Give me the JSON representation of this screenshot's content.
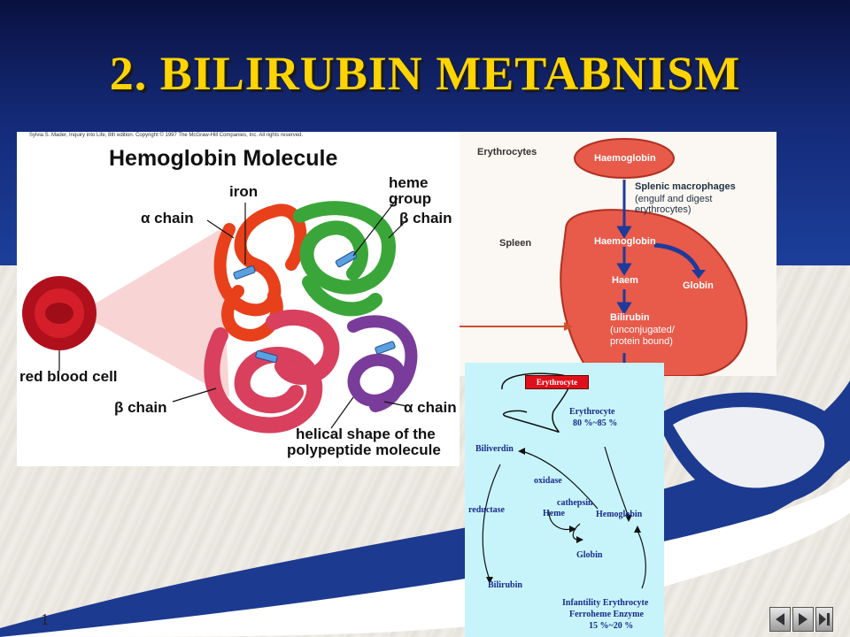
{
  "slide": {
    "title": "2. BILIRUBIN METABNISM",
    "slide_number": "1"
  },
  "hemoglobin_figure": {
    "copyright": "Sylvia S. Mader, Inquiry into Life, 8th edition. Copyright © 1997 The McGraw-Hill Companies, Inc. All rights reserved.",
    "title": "Hemoglobin Molecule",
    "labels": {
      "iron": "iron",
      "heme_group_1": "heme",
      "heme_group_2": "group",
      "alpha_chain_top": "α chain",
      "beta_chain_top": "β chain",
      "red_blood_cell": "red blood cell",
      "beta_chain_bottom": "β chain",
      "alpha_chain_bottom": "α chain",
      "helical_1": "helical shape of the",
      "helical_2": "polypeptide molecule"
    }
  },
  "erythrocyte_figure": {
    "erythrocytes": "Erythrocytes",
    "haemoglobin_top": "Haemoglobin",
    "splenic": "Splenic macrophages",
    "engulf_1": "(engulf and digest",
    "engulf_2": "erythrocytes)",
    "spleen": "Spleen",
    "haemoglobin_mid": "Haemoglobin",
    "haem": "Haem",
    "globin": "Globin",
    "bilirubin": "Bilirubin",
    "unconj_1": "(unconjugated/",
    "unconj_2": "protein bound)"
  },
  "cycle_figure": {
    "erythrocyte_box": "Erythrocyte",
    "erythrocyte": "Erythrocyte",
    "erythrocyte_pct": "80 %~85 %",
    "biliverdin": "Biliverdin",
    "oxidase": "oxidase",
    "cathepsin": "cathepsin",
    "reductase": "reductase",
    "heme": "Heme",
    "hemoglobin": "Hemoglobin",
    "globin": "Globin",
    "bilirubin": "Bilirubin",
    "infantility": "Infantility Erythrocyte",
    "ferroheme": "Ferroheme Enzyme",
    "ferroheme_pct": "15 %~20 %"
  },
  "colors": {
    "title": "#ffd400",
    "header": "#142a78",
    "alpha_chain": "#e8401a",
    "beta_chain_top": "#3aa63a",
    "beta_chain_bottom": "#d8405e",
    "alpha_chain_bottom": "#7a3c9a",
    "cycle_bg": "#c7f4fb",
    "spleen": "#e85a4a"
  },
  "navigation": {
    "prev_icon": "triangle-left-icon",
    "next_icon": "triangle-right-icon",
    "end_icon": "skip-end-icon"
  }
}
